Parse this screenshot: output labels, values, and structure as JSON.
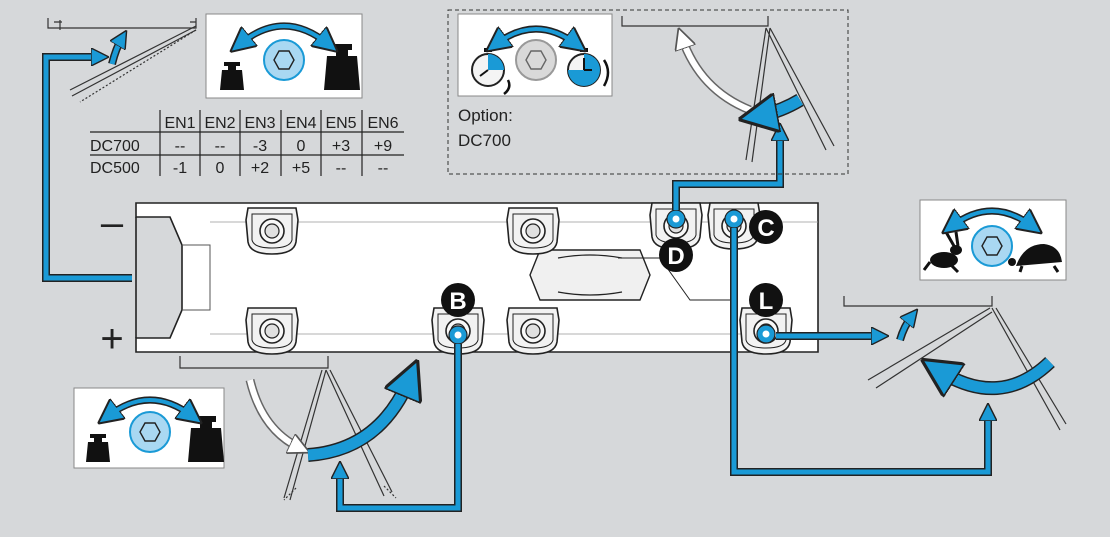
{
  "colors": {
    "background": "#d6d8da",
    "accent_blue": "#1a9ad6",
    "light_blue": "#a9d8f2",
    "dark": "#222222",
    "body_fill": "#ffffff"
  },
  "icons": [
    "weight-small-icon",
    "weight-large-icon",
    "hex-adjust-icon",
    "rabbit-icon",
    "turtle-icon",
    "stopwatch-icon",
    "double-arrow-icon",
    "door-arm-icon"
  ],
  "option_box": {
    "line1": "Option:",
    "line2": "DC700"
  },
  "signs": {
    "minus": "–",
    "plus": "+"
  },
  "valves": {
    "b": "B",
    "c": "C",
    "d": "D",
    "l": "L"
  },
  "table": {
    "headers": [
      "",
      "EN1",
      "EN2",
      "EN3",
      "EN4",
      "EN5",
      "EN6"
    ],
    "rows": [
      [
        "DC700",
        "--",
        "--",
        "-3",
        "0",
        "+3",
        "+9"
      ],
      [
        "DC500",
        "-1",
        "0",
        "+2",
        "+5",
        "--",
        "--"
      ]
    ]
  }
}
